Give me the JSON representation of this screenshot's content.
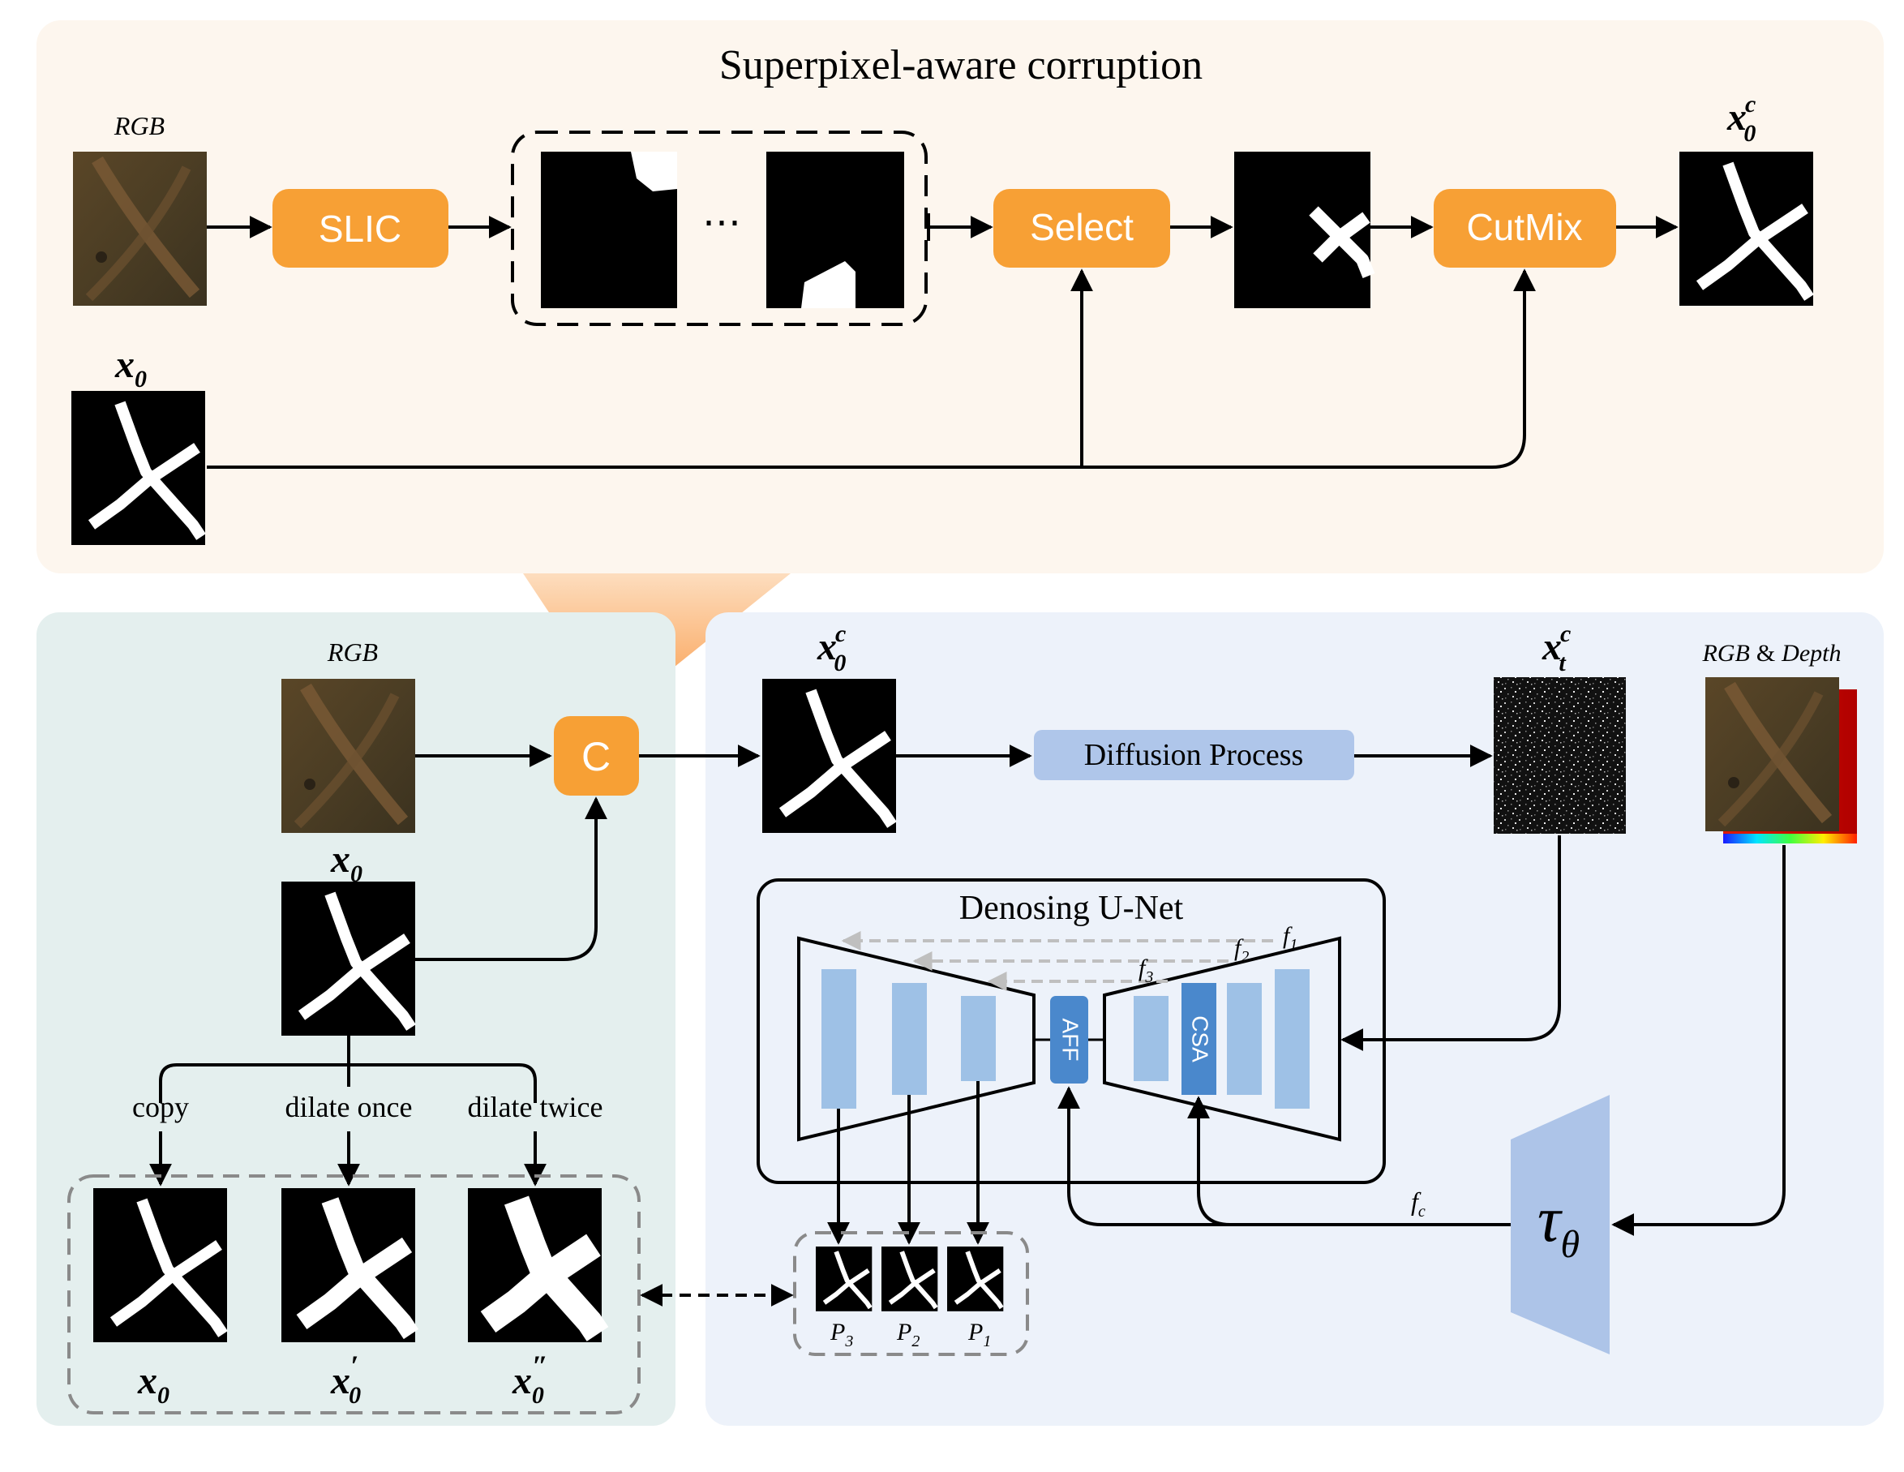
{
  "top_panel": {
    "title": "Superpixel-aware corruption",
    "rgb_label": "RGB",
    "slic_label": "SLIC",
    "ellipsis": "⋯",
    "select_label": "Select",
    "cutmix_label": "CutMix",
    "x0_base": "x",
    "x0_sub": "0",
    "x0c_base": "x",
    "x0c_sup": "c",
    "x0c_sub": "0"
  },
  "left_panel": {
    "rgb_label": "RGB",
    "x0_base": "x",
    "x0_sub": "0",
    "concat_label": "C",
    "branch_labels": [
      "copy",
      "dilate once",
      "dilate twice"
    ],
    "outputs": [
      {
        "base": "x",
        "sub": "0",
        "prime": ""
      },
      {
        "base": "x",
        "sub": "0",
        "prime": "′"
      },
      {
        "base": "x",
        "sub": "0",
        "prime": "″"
      }
    ]
  },
  "right_panel": {
    "x0c_base": "x",
    "x0c_sup": "c",
    "x0c_sub": "0",
    "diffusion_label": "Diffusion Process",
    "xtc_base": "x",
    "xtc_sup": "c",
    "xtc_sub": "t",
    "rgbd_label_a": "RGB",
    "rgbd_label_amp": "&",
    "rgbd_label_b": "Depth",
    "unet_title": "Denosing U-Net",
    "aff_label": "AFF",
    "csa_label": "CSA",
    "features": [
      {
        "base": "f",
        "sub": "1"
      },
      {
        "base": "f",
        "sub": "2"
      },
      {
        "base": "f",
        "sub": "3"
      }
    ],
    "fc_base": "f",
    "fc_sub": "c",
    "tau_base": "τ",
    "tau_sub": "θ",
    "preds": [
      {
        "base": "P",
        "sub": "3"
      },
      {
        "base": "P",
        "sub": "2"
      },
      {
        "base": "P",
        "sub": "1"
      }
    ]
  },
  "colors": {
    "orange": "#F7A035",
    "top_bg": "#FDF6EE",
    "left_bg": "#E4EFEE",
    "right_bg": "#EDF2FA",
    "diffusion_fill": "#AFC6EA",
    "encoder_bar": "#9EC1E6",
    "module_blue": "#4A88CC",
    "tau_fill": "#ADC4E8"
  }
}
